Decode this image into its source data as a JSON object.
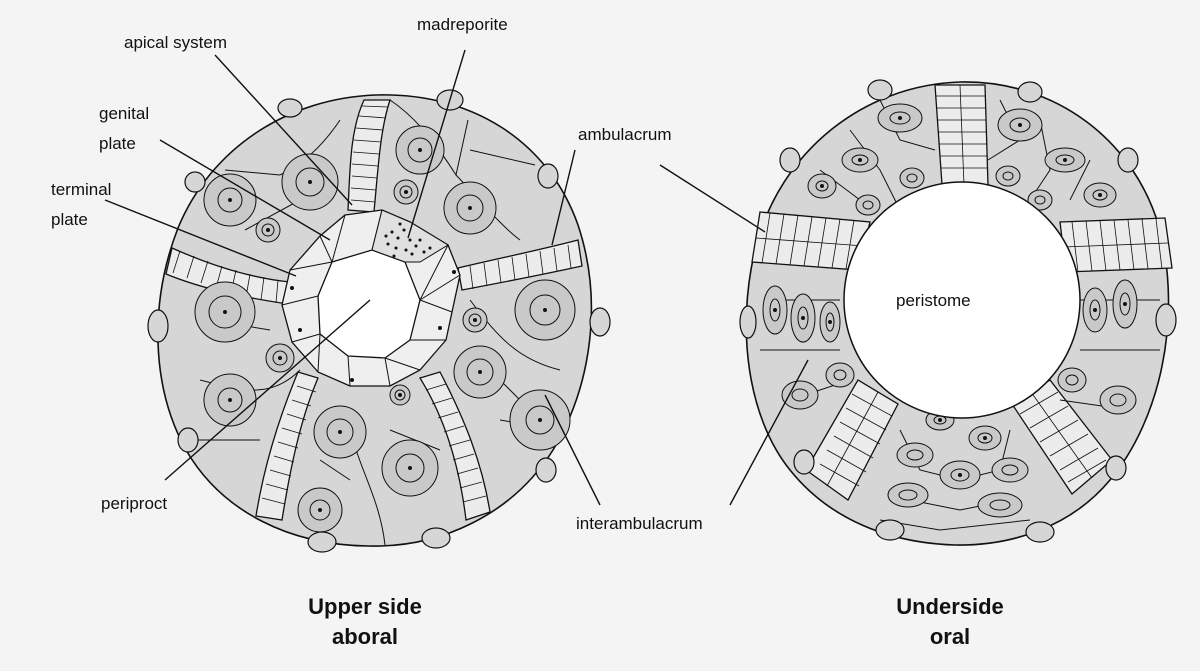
{
  "labels": {
    "apical_system": "apical system",
    "madreporite": "madreporite",
    "genital_plate_1": "genital",
    "genital_plate_2": "plate",
    "terminal_plate_1": "terminal",
    "terminal_plate_2": "plate",
    "ambulacrum": "ambulacrum",
    "periproct": "periproct",
    "interambulacrum": "interambulacrum",
    "peristome": "peristome"
  },
  "captions": {
    "upper_line1": "Upper side",
    "upper_line2": "aboral",
    "under_line1": "Underside",
    "under_line2": "oral"
  },
  "colors": {
    "background": "#f4f4f4",
    "test_fill": "#d6d6d6",
    "plate_fill": "#c9c9c9",
    "light_fill": "#f2f2f2",
    "ink": "#111111"
  }
}
